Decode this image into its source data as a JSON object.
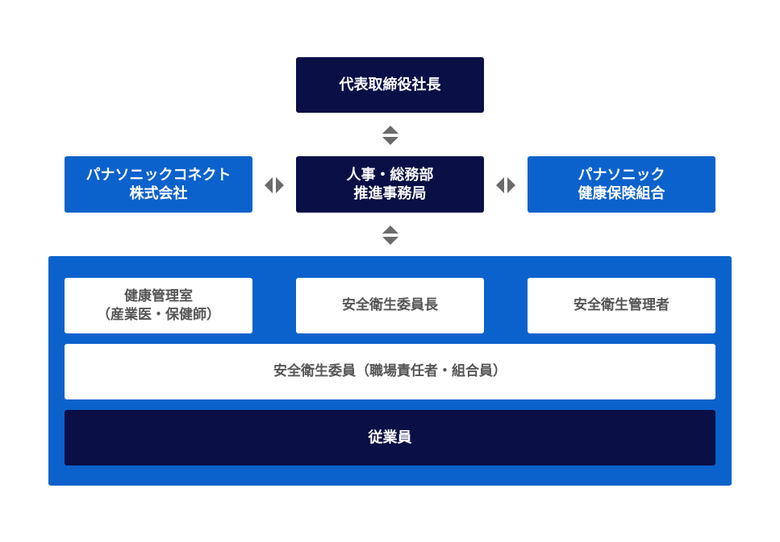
{
  "top": {
    "label": "代表取締役社長"
  },
  "left_partner": {
    "line1": "パナソニックコネクト",
    "line2": "株式会社"
  },
  "center": {
    "line1": "人事・総務部",
    "line2": "推進事務局"
  },
  "right_partner": {
    "line1": "パナソニック",
    "line2": "健康保険組合"
  },
  "panel": {
    "health_room": {
      "line1": "健康管理室",
      "line2": "（産業医・保健師）"
    },
    "chair": "安全衛生委員長",
    "manager": "安全衛生管理者",
    "committee": "安全衛生委員（職場責任者・組合員）",
    "employees": "従業員"
  },
  "colors": {
    "navy": "#0a0f46",
    "blue": "#0c62cc",
    "arrow": "#6b6b6b",
    "text_gray": "#555555"
  }
}
